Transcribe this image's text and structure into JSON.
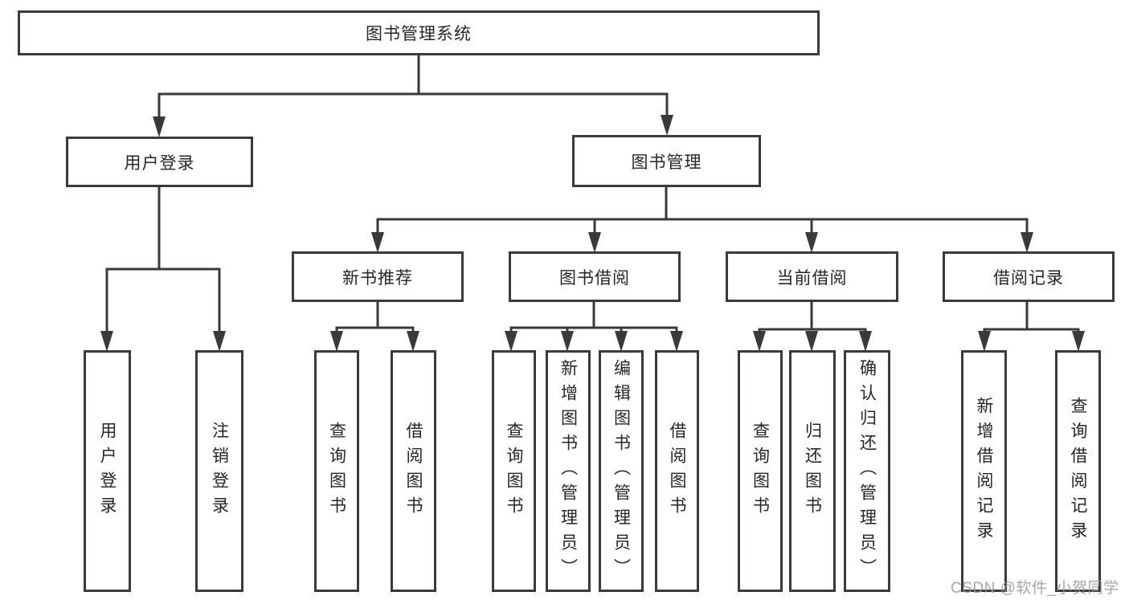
{
  "diagram": {
    "root": {
      "label": "图书管理系统",
      "children": [
        {
          "label": "用户登录",
          "children": [
            {
              "label": "用户登录"
            },
            {
              "label": "注销登录"
            }
          ]
        },
        {
          "label": "图书管理",
          "children": [
            {
              "label": "新书推荐",
              "children": [
                {
                  "label": "查询图书"
                },
                {
                  "label": "借阅图书"
                }
              ]
            },
            {
              "label": "图书借阅",
              "children": [
                {
                  "label": "查询图书"
                },
                {
                  "label": "新增图书（管理员）"
                },
                {
                  "label": "编辑图书（管理员）"
                },
                {
                  "label": "借阅图书"
                }
              ]
            },
            {
              "label": "当前借阅",
              "children": [
                {
                  "label": "查询图书"
                },
                {
                  "label": "归还图书"
                },
                {
                  "label": "确认归还（管理员）"
                }
              ]
            },
            {
              "label": "借阅记录",
              "children": [
                {
                  "label": "新增借阅记录"
                },
                {
                  "label": "查询借阅记录"
                }
              ]
            }
          ]
        }
      ]
    }
  },
  "watermark": {
    "text": "CSDN @软件_小贺同学"
  },
  "colors": {
    "line": "#3a3a3a",
    "text": "#262626",
    "background": "#ffffff",
    "watermark": "#969696"
  }
}
